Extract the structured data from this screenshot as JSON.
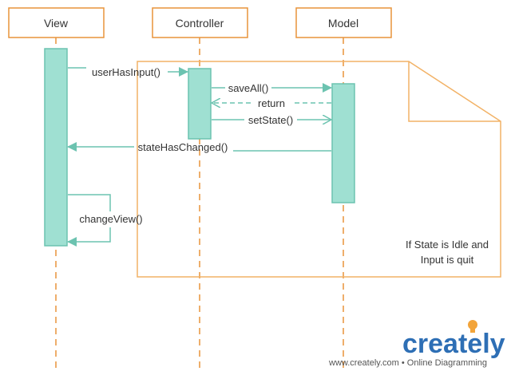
{
  "diagram": {
    "lifelines": [
      {
        "name": "View"
      },
      {
        "name": "Controller"
      },
      {
        "name": "Model"
      }
    ],
    "messages": {
      "userHasInput": "userHasInput()",
      "saveAll": "saveAll()",
      "return": "return",
      "setState": "setState()",
      "stateHasChanged": "stateHasChanged()",
      "changeView": "changeView()"
    },
    "note": {
      "line1": "If State is Idle and",
      "line2": "Input is quit"
    }
  },
  "branding": {
    "logo_text": "creately",
    "footer": "www.creately.com • Online Diagramming"
  },
  "colors": {
    "lifeline_orange": "#e8943a",
    "activation_fill": "#9fe0d2",
    "activation_stroke": "#6cc3b0",
    "message_green": "#6cc3b0",
    "brand_blue": "#2e6fb5",
    "brand_orange": "#f2a43a"
  }
}
